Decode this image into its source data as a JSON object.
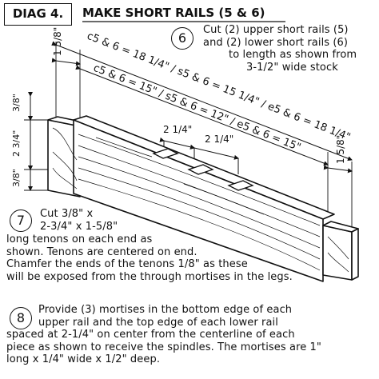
{
  "diagram": {
    "label": "DIAG 4.",
    "title": "MAKE SHORT RAILS (5 & 6)"
  },
  "steps": [
    {
      "number": "6",
      "lines": [
        "Cut (2) upper short rails (5)",
        "and (2) lower short rails (6)",
        "to length as shown from",
        "3-1/2\" wide stock"
      ]
    },
    {
      "number": "7",
      "lines": [
        "Cut 3/8\" x",
        "2-3/4\" x 1-5/8\"",
        "long tenons on each end as",
        "shown. Tenons are centered on end.",
        "Chamfer the ends of the tenons 1/8\" as these",
        "will be exposed from the through mortises in the legs."
      ]
    },
    {
      "number": "8",
      "lines": [
        "Provide (3) mortises in the bottom edge of each",
        "upper rail and the top edge of each lower rail",
        "spaced at 2-1/4\" on center from the centerline of each",
        "piece as shown to receive the spindles. The mortises are 1\"",
        "long x 1/4\" wide x 1/2\" deep."
      ]
    }
  ],
  "dimensions": {
    "tenon_length_top": "1 5/8\"",
    "tenon_length_right": "1 5/8\"",
    "upper_lengths": "c5 & 6 = 18 1/4\" / s5 & 6 = 15 1/4\" / e5 & 6 = 18 1/4\"",
    "lower_lengths": "c5 & 6 = 15\" / s5 & 6 = 12\" / e5 & 6 = 15\"",
    "mortise_spacing_1": "2 1/4\"",
    "mortise_spacing_2": "2 1/4\"",
    "tenon_offset_top": "3/8\"",
    "tenon_height": "2 3/4\"",
    "tenon_offset_bottom": "3/8\""
  }
}
